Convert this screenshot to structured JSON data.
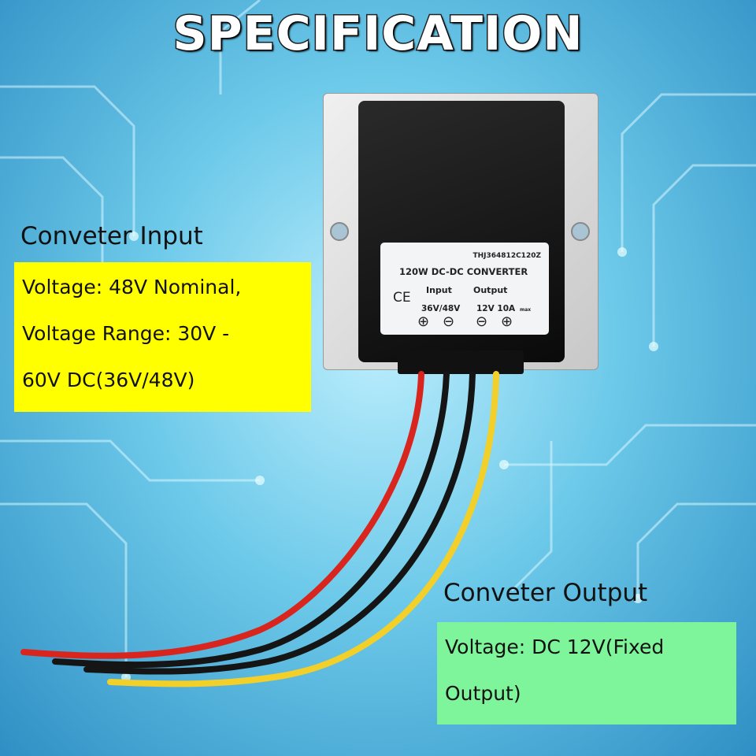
{
  "title": "SPECIFICATION",
  "device_label": {
    "model": "THJ364812C120Z",
    "name": "120W DC-DC CONVERTER",
    "input_label": "Input",
    "output_label": "Output",
    "input_voltage": "36V/48V",
    "output_rating": "12V 10A",
    "output_suffix": "max",
    "ce_mark": "CE",
    "terminals": [
      "⊕",
      "⊖",
      "⊖",
      "⊕"
    ]
  },
  "input": {
    "heading": "Conveter Input",
    "lines": [
      "Voltage: 48V Nominal,",
      "Voltage Range: 30V -",
      "60V DC(36V/48V)"
    ],
    "color": "#ffff00"
  },
  "output": {
    "heading": "Conveter Output",
    "lines": [
      "Voltage: DC 12V(Fixed",
      "Output)"
    ],
    "color": "#7ef59a"
  }
}
